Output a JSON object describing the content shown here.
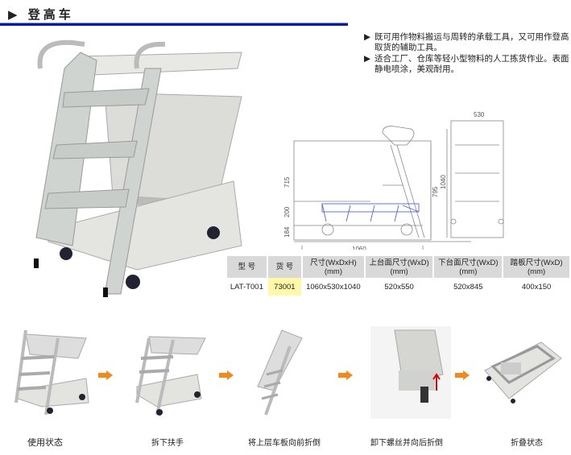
{
  "header": {
    "marker": "▶",
    "title": "登高车"
  },
  "bullets": [
    {
      "marker": "▶",
      "text": "既可用作物料搬运与周转的承载工具，又可用作登高取货的辅助工具。"
    },
    {
      "marker": "▶",
      "text": "适合工厂、仓库等轻小型物料的人工拣货作业。表面静电喷涂，美观耐用。"
    }
  ],
  "drawing": {
    "dims": {
      "d530": "530",
      "d715": "715",
      "d200": "200",
      "d184": "184",
      "d795": "795",
      "d1040": "1040",
      "d1060": "1060"
    }
  },
  "spec_table": {
    "headers": [
      [
        "型 号",
        ""
      ],
      [
        "货 号",
        ""
      ],
      [
        "尺寸(WxDxH)",
        "(mm)"
      ],
      [
        "上台面尺寸(WxD)",
        "(mm)"
      ],
      [
        "下台面尺寸(WxD)",
        "(mm)"
      ],
      [
        "踏板尺寸(WxD)",
        "(mm)"
      ]
    ],
    "rows": [
      [
        "LAT-T001",
        "73001",
        "1060x530x1040",
        "520x550",
        "520x845",
        "400x150"
      ]
    ]
  },
  "steps": [
    {
      "caption": "使用状态"
    },
    {
      "caption": "拆下扶手"
    },
    {
      "caption": "将上层车板向前折倒"
    },
    {
      "caption": "卸下螺丝并向后折倒"
    },
    {
      "caption": "折叠状态"
    }
  ],
  "colors": {
    "rule": "#0a1f8f",
    "arrow": "#f08a1c",
    "highlight": "#fff8a8",
    "table_header": "#d9d9d9"
  }
}
